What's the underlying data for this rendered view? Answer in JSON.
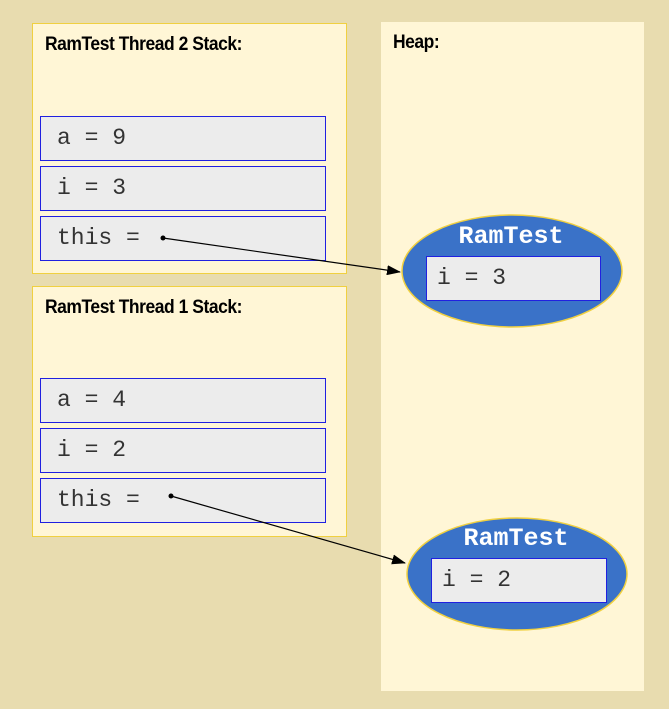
{
  "thread2": {
    "title": "RamTest Thread 2 Stack:",
    "vars": [
      "a = 9",
      "i = 3",
      "this ="
    ]
  },
  "thread1": {
    "title": "RamTest Thread 1 Stack:",
    "vars": [
      "a = 4",
      "i = 2",
      "this ="
    ]
  },
  "heap": {
    "title": "Heap:",
    "objects": [
      {
        "name": "RamTest",
        "field": "i = 3"
      },
      {
        "name": "RamTest",
        "field": "i = 2"
      }
    ]
  },
  "colors": {
    "background": "#e8dcaf",
    "panel": "#fff6d6",
    "object": "#3a72c8",
    "var_border": "#2020e0"
  }
}
